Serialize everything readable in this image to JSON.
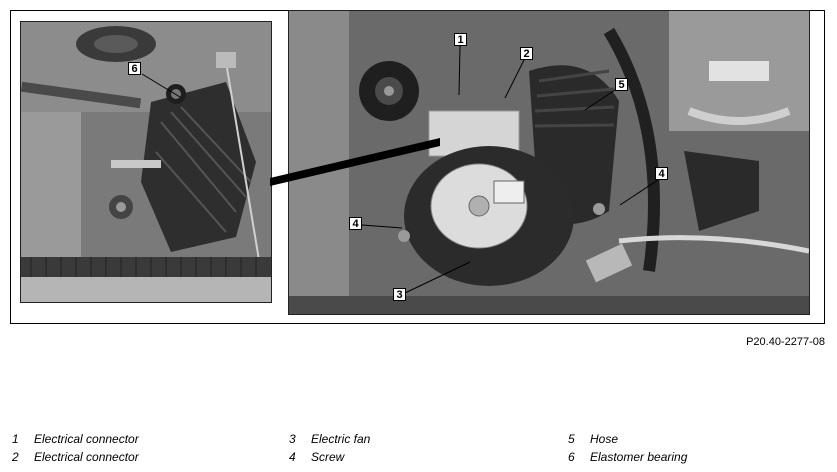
{
  "figure": {
    "reference_code": "P20.40-2277-08",
    "callouts": [
      "6",
      "1",
      "2",
      "5",
      "4",
      "4",
      "3"
    ]
  },
  "legend": [
    {
      "number": "1",
      "label": "Electrical connector"
    },
    {
      "number": "2",
      "label": "Electrical connector"
    },
    {
      "number": "3",
      "label": "Electric fan"
    },
    {
      "number": "4",
      "label": "Screw"
    },
    {
      "number": "5",
      "label": "Hose"
    },
    {
      "number": "6",
      "label": "Elastomer bearing"
    }
  ]
}
